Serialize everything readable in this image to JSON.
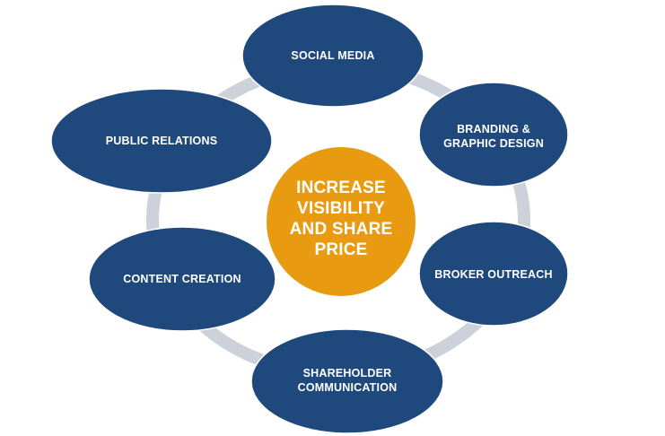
{
  "colors": {
    "node": "#1f497d",
    "center": "#e89b10",
    "ring": "#cdd2da"
  },
  "center": {
    "label": "INCREASE\nVISIBILITY\nAND SHARE\nPRICE"
  },
  "nodes": [
    {
      "label": "SOCIAL MEDIA"
    },
    {
      "label": "BRANDING &\nGRAPHIC DESIGN"
    },
    {
      "label": "BROKER OUTREACH"
    },
    {
      "label": "SHAREHOLDER\nCOMMUNICATION"
    },
    {
      "label": "CONTENT CREATION"
    },
    {
      "label": "PUBLIC RELATIONS"
    }
  ]
}
